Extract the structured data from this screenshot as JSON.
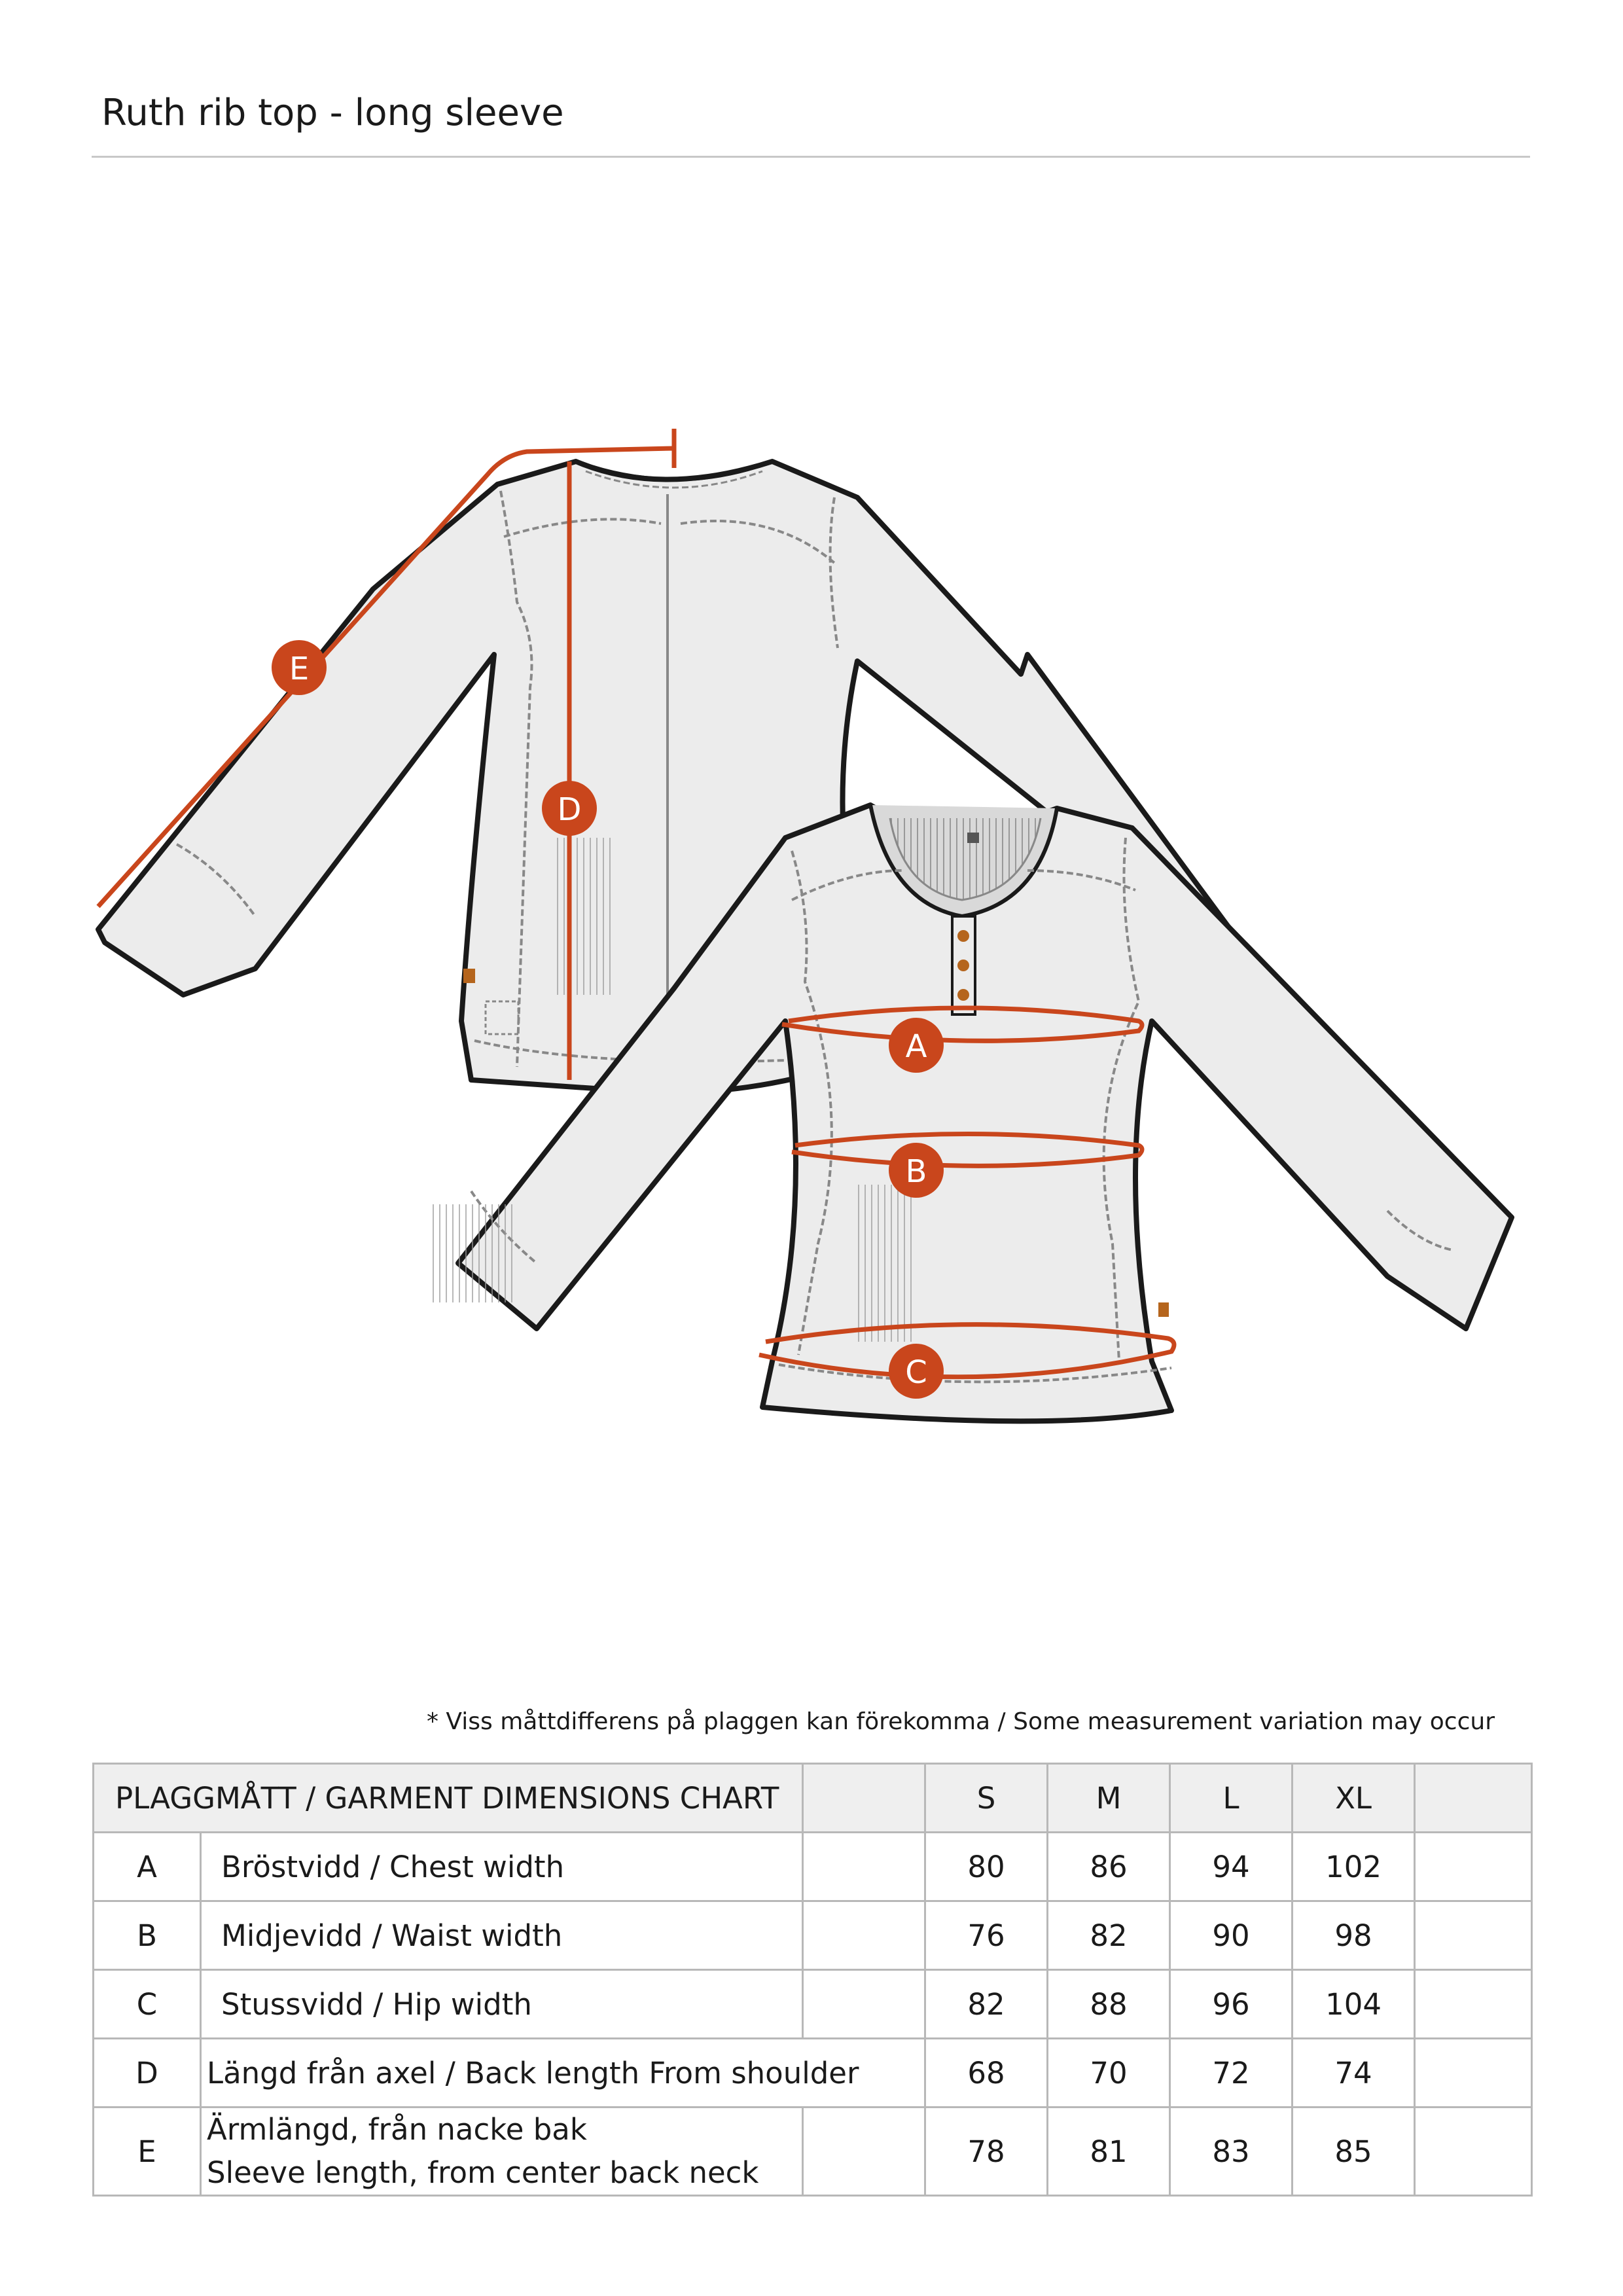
{
  "title": "Ruth rib top - long sleeve",
  "note": "* Viss måttdifferens på plaggen kan förekomma / Some measurement variation may occur",
  "accent_color": "#c9461c",
  "markers": [
    "A",
    "B",
    "C",
    "D",
    "E"
  ],
  "table": {
    "header": "PLAGGMÅTT / GARMENT DIMENSIONS CHART",
    "sizes": [
      "S",
      "M",
      "L",
      "XL"
    ],
    "rows": [
      {
        "key": "A",
        "label": "Bröstvidd / Chest width",
        "values": [
          "80",
          "86",
          "94",
          "102"
        ]
      },
      {
        "key": "B",
        "label": "Midjevidd / Waist width",
        "values": [
          "76",
          "82",
          "90",
          "98"
        ]
      },
      {
        "key": "C",
        "label": "Stussvidd / Hip width",
        "values": [
          "82",
          "88",
          "96",
          "104"
        ]
      },
      {
        "key": "D",
        "label": "Längd från axel / Back length From shoulder",
        "values": [
          "68",
          "70",
          "72",
          "74"
        ]
      },
      {
        "key": "E",
        "label_line1": "Ärmlängd, från nacke bak",
        "label_line2": "Sleeve length, from center back neck",
        "values": [
          "78",
          "81",
          "83",
          "85"
        ]
      }
    ]
  }
}
